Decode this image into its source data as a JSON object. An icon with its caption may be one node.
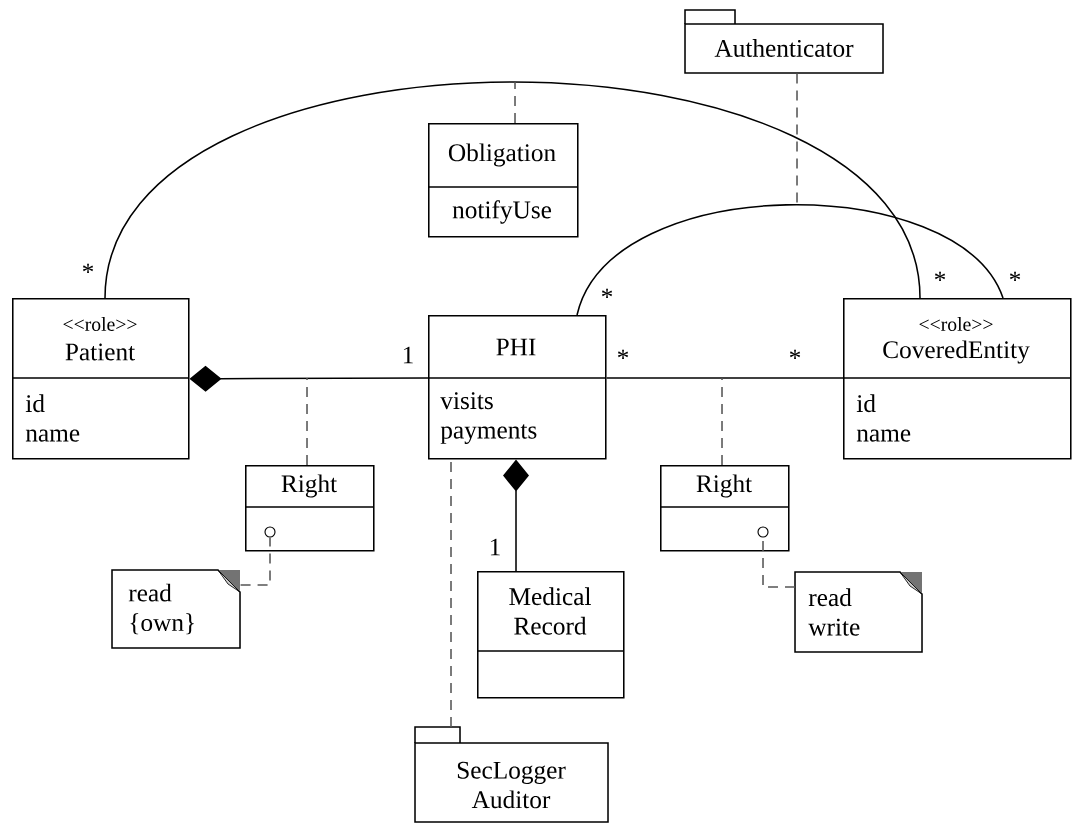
{
  "diagram": {
    "nodes": [
      {
        "text": [
          "Authenticator"
        ]
      },
      {
        "text": [
          "Obligation",
          "notifyUse"
        ]
      },
      {
        "text": [
          "<<role>>",
          "Patient",
          "id name"
        ]
      },
      {
        "text": [
          "PHI",
          "visits payments"
        ]
      },
      {
        "text": [
          "<<role>>",
          "CoveredEntity",
          "id name"
        ]
      },
      {
        "text": [
          "Right"
        ]
      },
      {
        "text": [],
        "shape": "circle",
        "in": 5
      },
      {
        "text": [
          "Right"
        ]
      },
      {
        "text": [],
        "shape": "circle",
        "in": 7
      },
      {
        "text": [
          "read {own}"
        ]
      },
      {
        "text": [
          "Medical Record"
        ]
      },
      {
        "text": [
          "read write"
        ]
      },
      {
        "text": [
          "SecLogger Auditor"
        ]
      }
    ],
    "edges": [
      {
        "from": 3,
        "to": 2,
        "arrow": "other"
      },
      {
        "from": 3,
        "to": 4,
        "arrow": "none"
      },
      {
        "from": 2,
        "to": 4,
        "arrow": "none"
      },
      {
        "from": 3,
        "to": 4,
        "arrow": "none"
      },
      {
        "from": 1,
        "to": null,
        "arrow": "none",
        "style": "dashed",
        "color": "#555555"
      },
      {
        "from": 0,
        "to": null,
        "arrow": "none",
        "style": "dashed",
        "color": "#555555"
      },
      {
        "from": 5,
        "to": null,
        "arrow": "none",
        "style": "dashed",
        "color": "#555555"
      },
      {
        "from": 7,
        "to": null,
        "arrow": "none",
        "style": "dashed",
        "color": "#555555"
      },
      {
        "from": 10,
        "to": 3,
        "arrow": "other"
      },
      {
        "from": 9,
        "to": 6,
        "arrow": "none",
        "style": "dashed",
        "color": "#555555"
      },
      {
        "from": 11,
        "to": 8,
        "arrow": "none",
        "style": "dashed",
        "color": "#555555"
      },
      {
        "from": 12,
        "to": 3,
        "arrow": "none",
        "style": "dashed",
        "color": "#555555"
      }
    ],
    "labels": [
      "*",
      "*",
      "*",
      "*",
      "1",
      "*",
      "*",
      "1"
    ]
  }
}
